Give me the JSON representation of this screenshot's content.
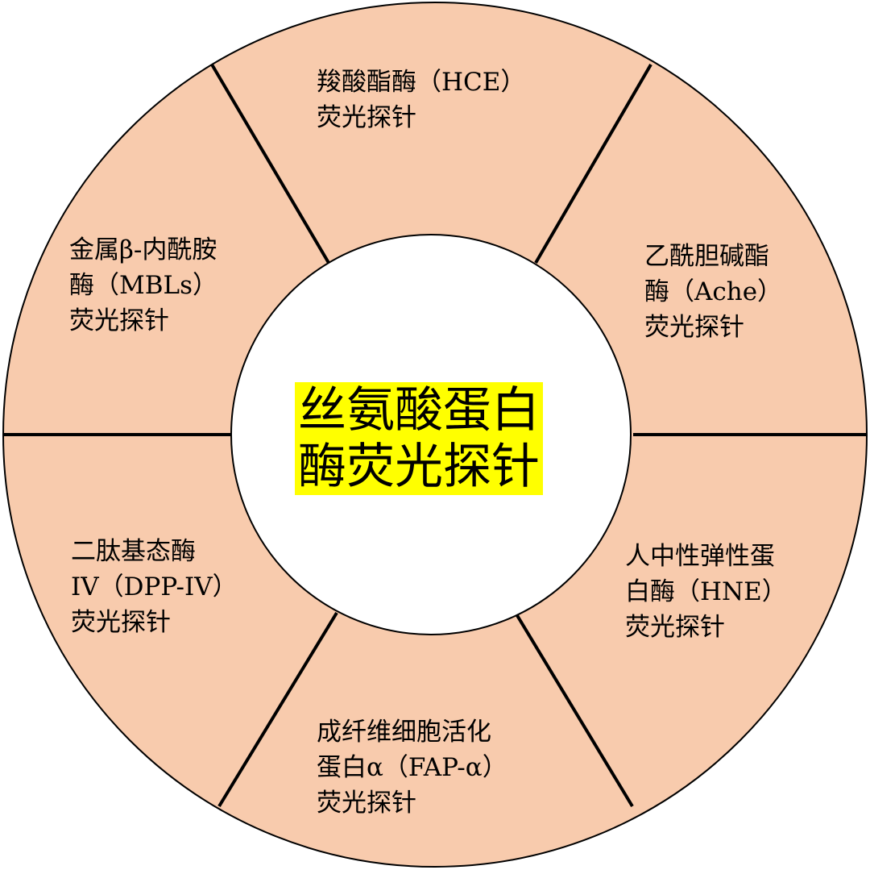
{
  "center": {
    "line1": "丝氨酸蛋白",
    "line2": "酶荧光探针"
  },
  "segments": [
    {
      "lines": [
        "羧酸酯酶（HCE）",
        "荧光探针"
      ]
    },
    {
      "lines": [
        "乙酰胆碱酯",
        "酶（Ache）",
        "荧光探针"
      ]
    },
    {
      "lines": [
        "人中性弹性蛋",
        "白酶（HNE）",
        "荧光探针"
      ]
    },
    {
      "lines": [
        "成纤维细胞活化",
        "蛋白α（FAP-α）",
        "荧光探针"
      ]
    },
    {
      "lines": [
        "二肽基态酶",
        "IV（DPP-IV）",
        "荧光探针"
      ]
    },
    {
      "lines": [
        "金属β-内酰胺",
        "酶（MBLs）",
        "荧光探针"
      ]
    }
  ],
  "colors": {
    "ring": "#f8cbad",
    "highlight": "#ffff00"
  }
}
